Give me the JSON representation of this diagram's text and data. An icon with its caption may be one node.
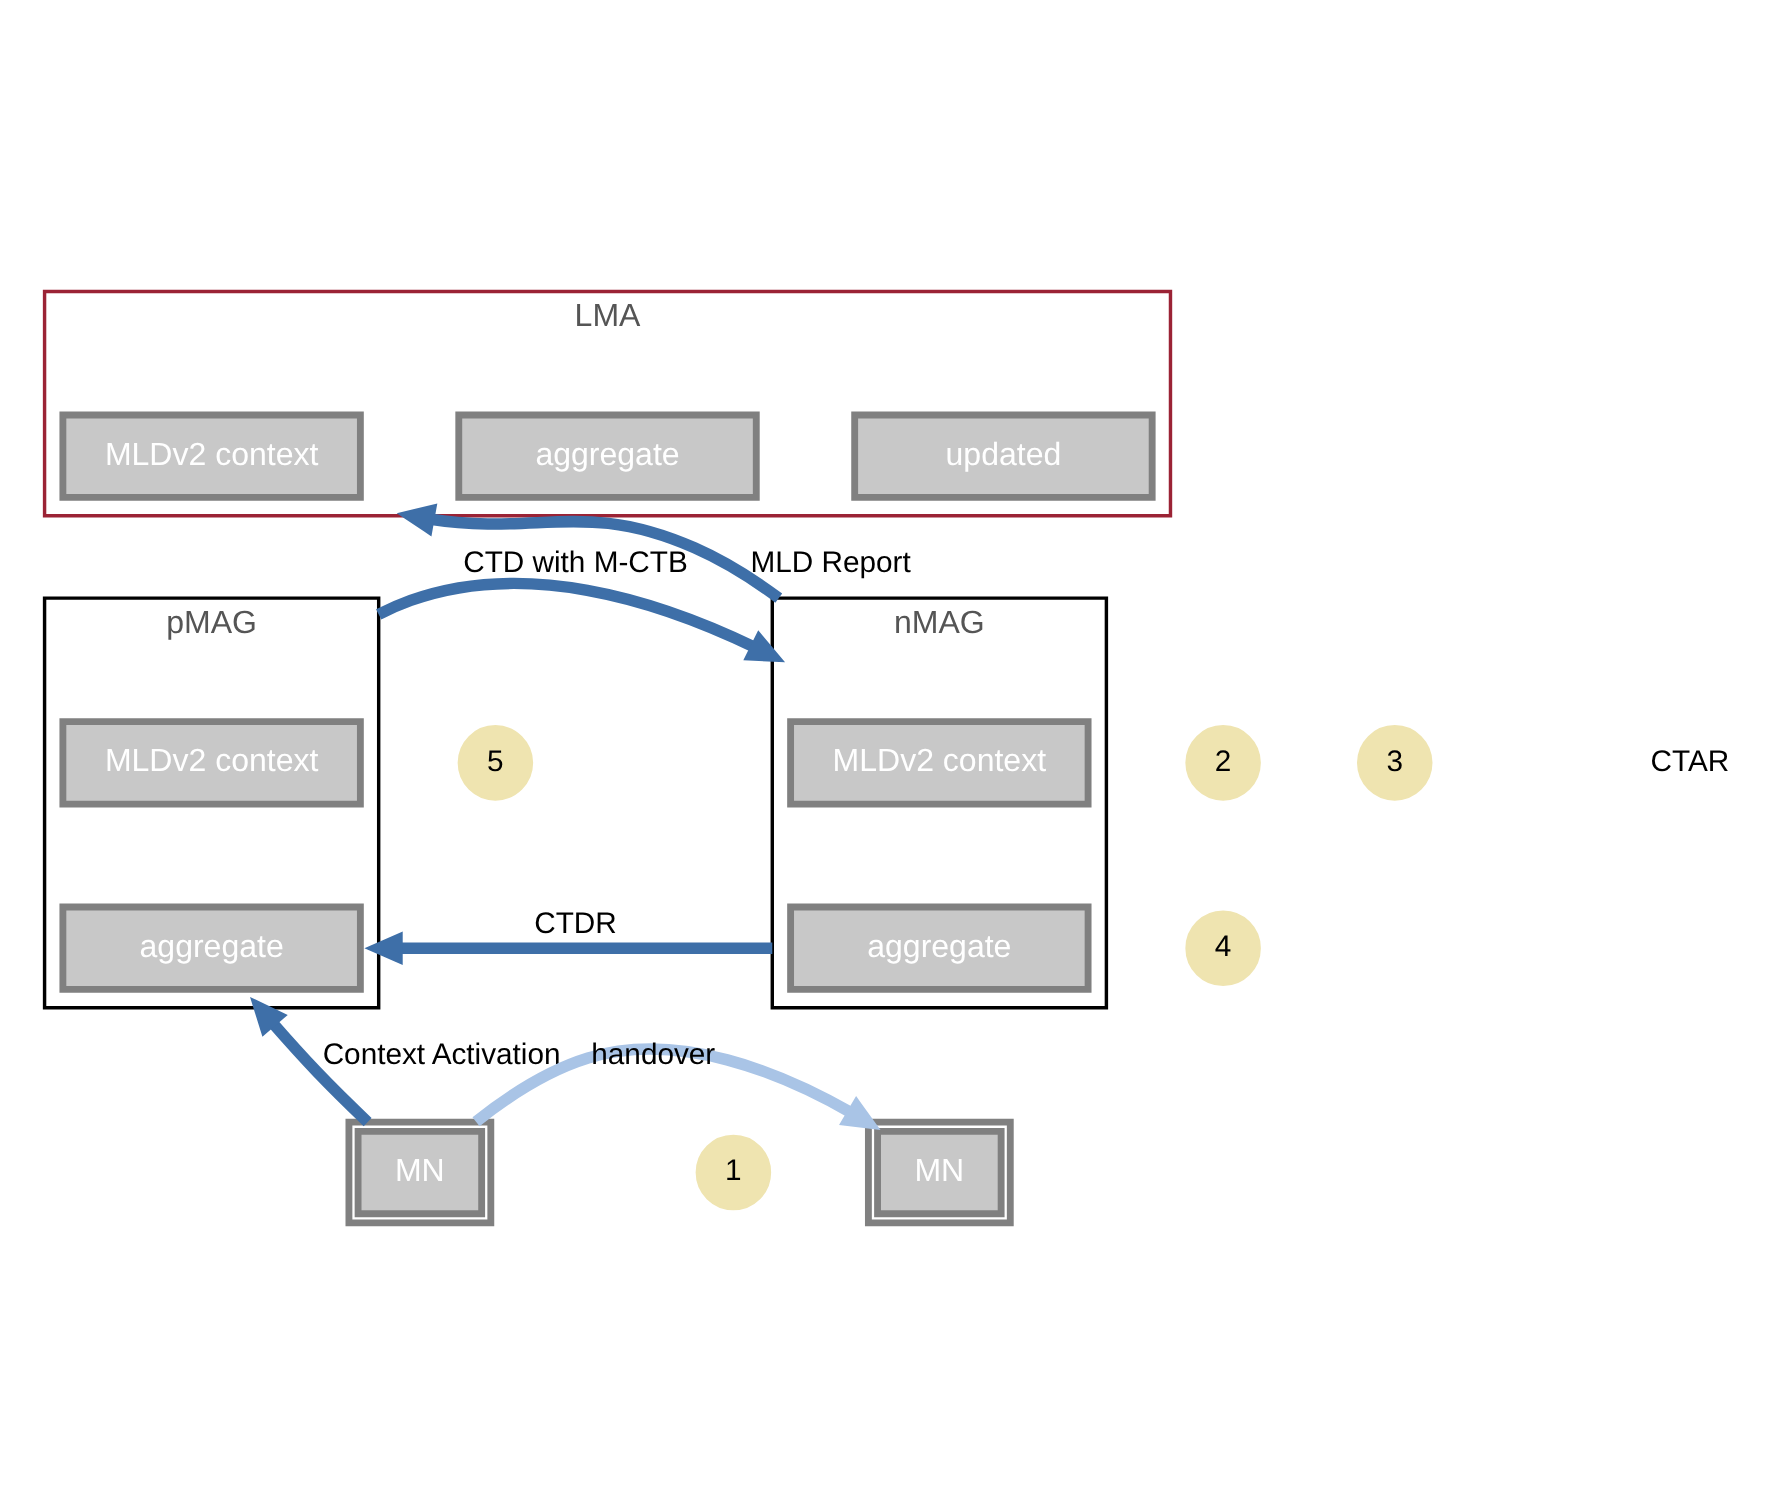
{
  "diagram": {
    "nodes": [
      {
        "text": [
          "LMA"
        ]
      },
      {
        "text": [
          "MLDv2 context"
        ],
        "in": 0
      },
      {
        "text": [
          "aggregate"
        ],
        "in": 0
      },
      {
        "text": [
          "updated"
        ],
        "in": 0
      },
      {
        "text": [
          "pMAG"
        ]
      },
      {
        "text": [
          "MLDv2 context"
        ],
        "in": 4
      },
      {
        "text": [
          "aggregate"
        ],
        "in": 4
      },
      {
        "text": [
          "nMAG"
        ]
      },
      {
        "text": [
          "MLDv2 context"
        ],
        "in": 7
      },
      {
        "text": [
          "aggregate"
        ],
        "in": 7
      },
      {
        "text": [
          "MN"
        ]
      },
      {
        "text": [
          "MN"
        ]
      },
      {
        "text": [
          "1"
        ]
      },
      {
        "text": [
          "2"
        ]
      },
      {
        "text": [
          "3"
        ]
      },
      {
        "text": [
          "4"
        ]
      },
      {
        "text": [
          "5"
        ]
      }
    ],
    "edges": [
      {
        "from": 10,
        "to": 4,
        "arrow": "to",
        "label": "Context Activation"
      },
      {
        "from": 4,
        "to": 7,
        "arrow": "to",
        "label": "CTD with M-CTB"
      },
      {
        "from": 7,
        "to": 4,
        "arrow": "to",
        "label": "CTDR"
      },
      {
        "from": 7,
        "to": 0,
        "arrow": "to",
        "label": "MLD Report"
      },
      {
        "from": 10,
        "to": 11,
        "arrow": "to",
        "label": "handover",
        "color": "#a9c4e6"
      }
    ],
    "labels": [
      "CTAR"
    ]
  }
}
